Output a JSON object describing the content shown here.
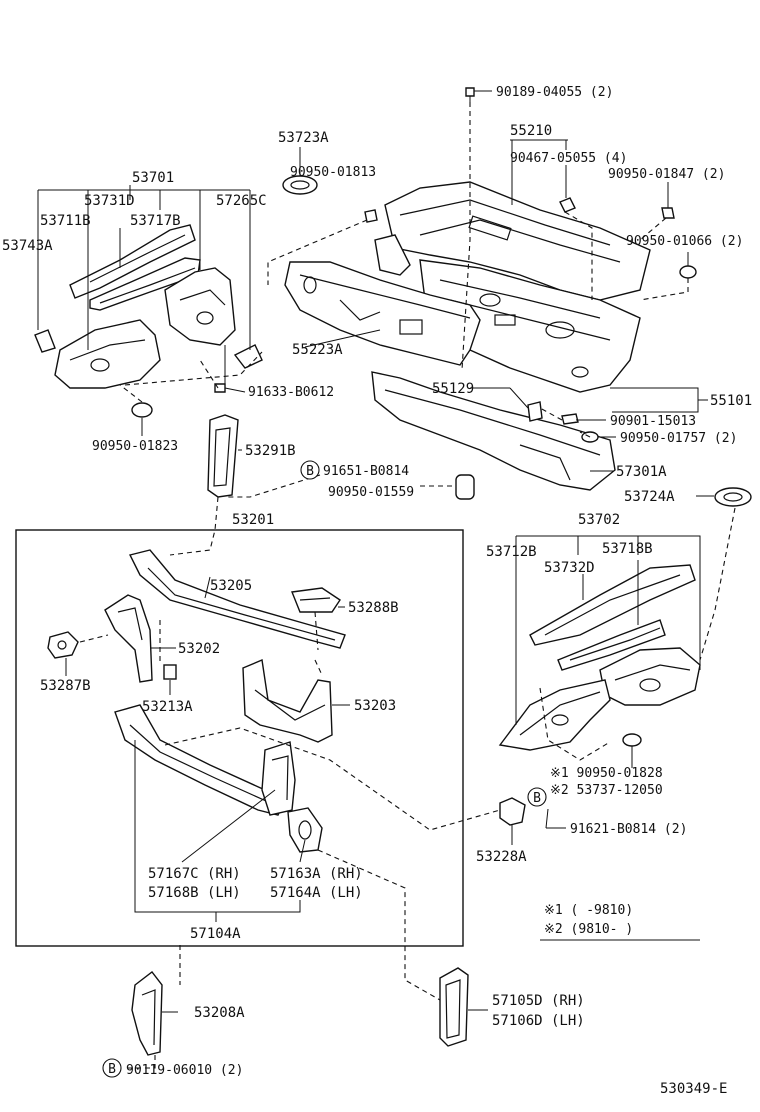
{
  "diagram_id": "530349-E",
  "labels": {
    "p90189": "90189-04055 (2)",
    "p55210": "55210",
    "p90467": "90467-05055 (4)",
    "p90950_01847": "90950-01847 (2)",
    "p90950_01066": "90950-01066 (2)",
    "p53723A": "53723A",
    "p90950_01813": "90950-01813",
    "p53701": "53701",
    "p53731D": "53731D",
    "p53711B": "53711B",
    "p53717B": "53717B",
    "p57265C": "57265C",
    "p53743A": "53743A",
    "p55223A": "55223A",
    "p55129": "55129",
    "p55101": "55101",
    "p91633": "91633-B0612",
    "p90901": "90901-15013",
    "p90950_01757": "90950-01757 (2)",
    "p90950_01823": "90950-01823",
    "p53291B": "53291B",
    "p91651": "91651-B0814",
    "p57301A": "57301A",
    "p90950_01559": "90950-01559",
    "p53724A": "53724A",
    "p53201": "53201",
    "p53702": "53702",
    "p53712B": "53712B",
    "p53718B": "53718B",
    "p53732D": "53732D",
    "p53205": "53205",
    "p53288B": "53288B",
    "p53202": "53202",
    "p53287B": "53287B",
    "p53213A": "53213A",
    "p53203": "53203",
    "p90950_01828": "※1 90950-01828",
    "p53737": "※2 53737-12050",
    "p91621": "91621-B0814 (2)",
    "p53228A": "53228A",
    "p57167C": "57167C (RH)",
    "p57168B": "57168B (LH)",
    "p57163A": "57163A (RH)",
    "p57164A": "57164A (LH)",
    "p57104A": "57104A",
    "p53208A": "53208A",
    "p57105D": "57105D (RH)",
    "p57106D": "57106D (LH)",
    "p90119": "90119-06010 (2)"
  },
  "notes": {
    "note1": "※1 (    -9810)",
    "note2": "※2 (9810-     )"
  },
  "markers": {
    "b": "B"
  }
}
